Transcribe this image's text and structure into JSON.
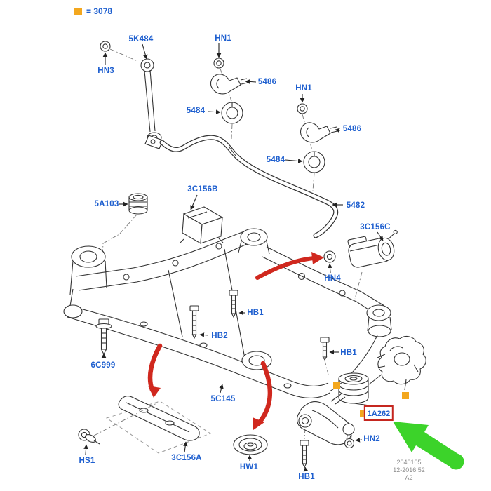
{
  "legend": {
    "text": "= 3078",
    "marker_color": "#F3A71E"
  },
  "labels": [
    {
      "id": "5K484",
      "text": "5K484"
    },
    {
      "id": "HN3",
      "text": "HN3"
    },
    {
      "id": "HN1_top",
      "text": "HN1"
    },
    {
      "id": "5486_left",
      "text": "5486"
    },
    {
      "id": "5484_left",
      "text": "5484"
    },
    {
      "id": "HN1_right",
      "text": "HN1"
    },
    {
      "id": "5486_right",
      "text": "5486"
    },
    {
      "id": "5484_right",
      "text": "5484"
    },
    {
      "id": "5482",
      "text": "5482"
    },
    {
      "id": "3C156B",
      "text": "3C156B"
    },
    {
      "id": "5A103",
      "text": "5A103"
    },
    {
      "id": "3C156C",
      "text": "3C156C"
    },
    {
      "id": "HN4",
      "text": "HN4"
    },
    {
      "id": "HB1_center",
      "text": "HB1"
    },
    {
      "id": "HB2",
      "text": "HB2"
    },
    {
      "id": "6C999",
      "text": "6C999"
    },
    {
      "id": "5C145",
      "text": "5C145"
    },
    {
      "id": "3C156A",
      "text": "3C156A"
    },
    {
      "id": "HS1",
      "text": "HS1"
    },
    {
      "id": "HW1",
      "text": "HW1"
    },
    {
      "id": "HB1_bottom",
      "text": "HB1"
    },
    {
      "id": "HB1_right",
      "text": "HB1"
    },
    {
      "id": "HN2",
      "text": "HN2"
    }
  ],
  "highlight": {
    "text": "1A262",
    "border_color": "#C5261F"
  },
  "stamp": {
    "line1": "2040105",
    "line2": "12-2016 52",
    "line3": "A2"
  },
  "colors": {
    "label_blue": "#1E5FCF",
    "marker_orange": "#F3A71E",
    "arrow_red": "#D0281E",
    "arrow_green": "#3CD32A",
    "line": "#333333"
  }
}
